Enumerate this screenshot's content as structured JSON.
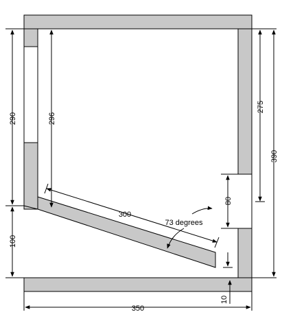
{
  "diagram": {
    "dimensions": {
      "left_upper_height": "290",
      "left_lower_height": "100",
      "inner_height": "296",
      "right_upper_height": "275",
      "total_height": "390",
      "port_height": "80",
      "bottom_gap": "10",
      "total_width": "350",
      "slope_length": "300",
      "angle": "73 degrees"
    },
    "colors": {
      "panel_fill": "#c8c8c8",
      "line": "#000000",
      "background": "#ffffff"
    }
  }
}
